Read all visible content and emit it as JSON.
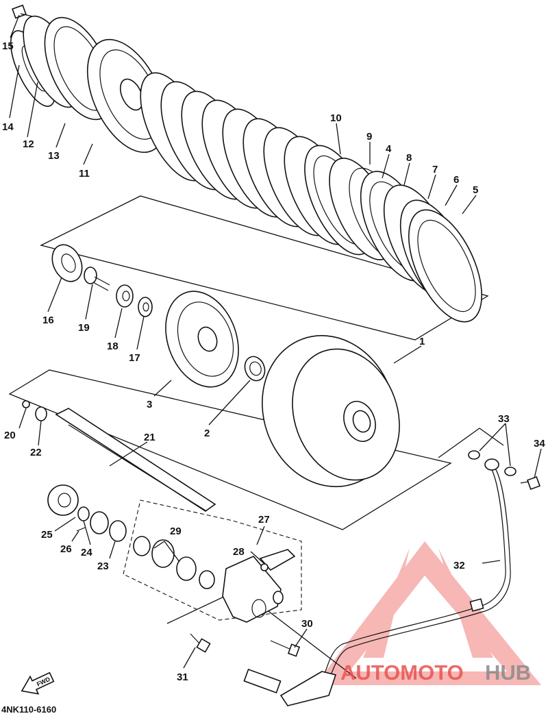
{
  "diagram": {
    "code": "4NK110-6160",
    "fwd_label": "FWD",
    "callouts": [
      {
        "id": "c1",
        "text": "1"
      },
      {
        "id": "c2",
        "text": "2"
      },
      {
        "id": "c3",
        "text": "3"
      },
      {
        "id": "c4",
        "text": "4"
      },
      {
        "id": "c5",
        "text": "5"
      },
      {
        "id": "c6",
        "text": "6"
      },
      {
        "id": "c7",
        "text": "7"
      },
      {
        "id": "c8",
        "text": "8"
      },
      {
        "id": "c9",
        "text": "9"
      },
      {
        "id": "c10",
        "text": "10"
      },
      {
        "id": "c11",
        "text": "11"
      },
      {
        "id": "c12",
        "text": "12"
      },
      {
        "id": "c13",
        "text": "13"
      },
      {
        "id": "c14",
        "text": "14"
      },
      {
        "id": "c15",
        "text": "15"
      },
      {
        "id": "c16",
        "text": "16"
      },
      {
        "id": "c17",
        "text": "17"
      },
      {
        "id": "c18",
        "text": "18"
      },
      {
        "id": "c19",
        "text": "19"
      },
      {
        "id": "c20",
        "text": "20"
      },
      {
        "id": "c21",
        "text": "21"
      },
      {
        "id": "c22",
        "text": "22"
      },
      {
        "id": "c23",
        "text": "23"
      },
      {
        "id": "c24",
        "text": "24"
      },
      {
        "id": "c25",
        "text": "25"
      },
      {
        "id": "c26",
        "text": "26"
      },
      {
        "id": "c27",
        "text": "27"
      },
      {
        "id": "c28",
        "text": "28"
      },
      {
        "id": "c29",
        "text": "29"
      },
      {
        "id": "c30",
        "text": "30"
      },
      {
        "id": "c31",
        "text": "31"
      },
      {
        "id": "c32",
        "text": "32"
      },
      {
        "id": "c33",
        "text": "33"
      },
      {
        "id": "c34",
        "text": "34"
      }
    ]
  },
  "watermark": {
    "part1": "AUTOMOTO",
    "part2": "HUB",
    "color_red": "#e8534f",
    "color_gray": "#8a8a8a"
  }
}
